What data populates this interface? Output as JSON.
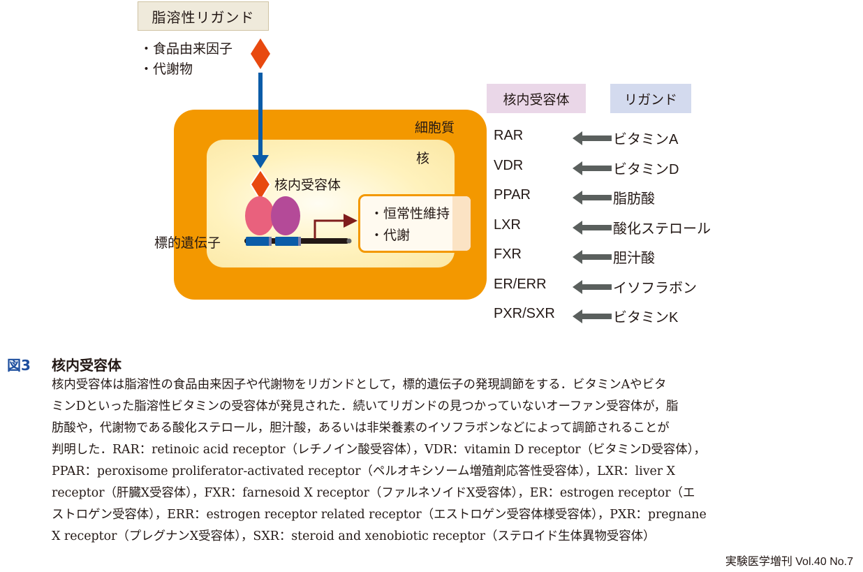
{
  "diagram": {
    "ligand_box": "脂溶性リガンド",
    "ligand_sources": [
      "・食品由来因子",
      "・代謝物"
    ],
    "cytoplasm_label": "細胞質",
    "nucleus_label": "核",
    "receptor_label": "核内受容体",
    "target_gene_label": "標的遺伝子",
    "effects": [
      "・恒常性維持",
      "・代謝"
    ],
    "colors": {
      "cytoplasm": "#f39800",
      "ligand_diamond": "#e8490f",
      "arrow_blue": "#0b5ca8",
      "receptor_pink": "#e9617d",
      "receptor_purple": "#b44a98",
      "dna_blue": "#0b5ca8",
      "transcription_arrow": "#7f1d1d",
      "table_arrow": "#5a5f5d"
    }
  },
  "table": {
    "header_receptor": "核内受容体",
    "header_ligand": "リガンド",
    "rows": [
      {
        "receptor": "RAR",
        "ligand": "ビタミンA"
      },
      {
        "receptor": "VDR",
        "ligand": "ビタミンD"
      },
      {
        "receptor": "PPAR",
        "ligand": "脂肪酸"
      },
      {
        "receptor": "LXR",
        "ligand": "酸化ステロール"
      },
      {
        "receptor": "FXR",
        "ligand": "胆汁酸"
      },
      {
        "receptor": "ER/ERR",
        "ligand": "イソフラボン"
      },
      {
        "receptor": "PXR/SXR",
        "ligand": "ビタミンK"
      }
    ]
  },
  "caption": {
    "label": "図3",
    "title": "核内受容体",
    "lines": [
      "核内受容体は脂溶性の食品由来因子や代謝物をリガンドとして，標的遺伝子の発現調節をする．ビタミンAやビタ",
      "ミンDといった脂溶性ビタミンの受容体が発見された．続いてリガンドの見つかっていないオーファン受容体が，脂",
      "肪酸や，代謝物である酸化ステロール，胆汁酸，あるいは非栄養素のイソフラボンなどによって調節されることが",
      "判明した．RAR：retinoic acid receptor（レチノイン酸受容体），VDR：vitamin D receptor（ビタミンD受容体），",
      "PPAR：peroxisome proliferator-activated receptor（ペルオキシソーム増殖剤応答性受容体），LXR：liver X",
      "receptor（肝臓X受容体），FXR：farnesoid X receptor（ファルネソイドX受容体），ER：estrogen receptor（エ",
      "ストロゲン受容体），ERR：estrogen receptor related receptor（エストロゲン受容体様受容体），PXR：pregnane",
      "X receptor（プレグナンX受容体），SXR：steroid and xenobiotic receptor（ステロイド生体異物受容体）"
    ]
  },
  "footer": "実験医学増刊 Vol.40 No.7"
}
